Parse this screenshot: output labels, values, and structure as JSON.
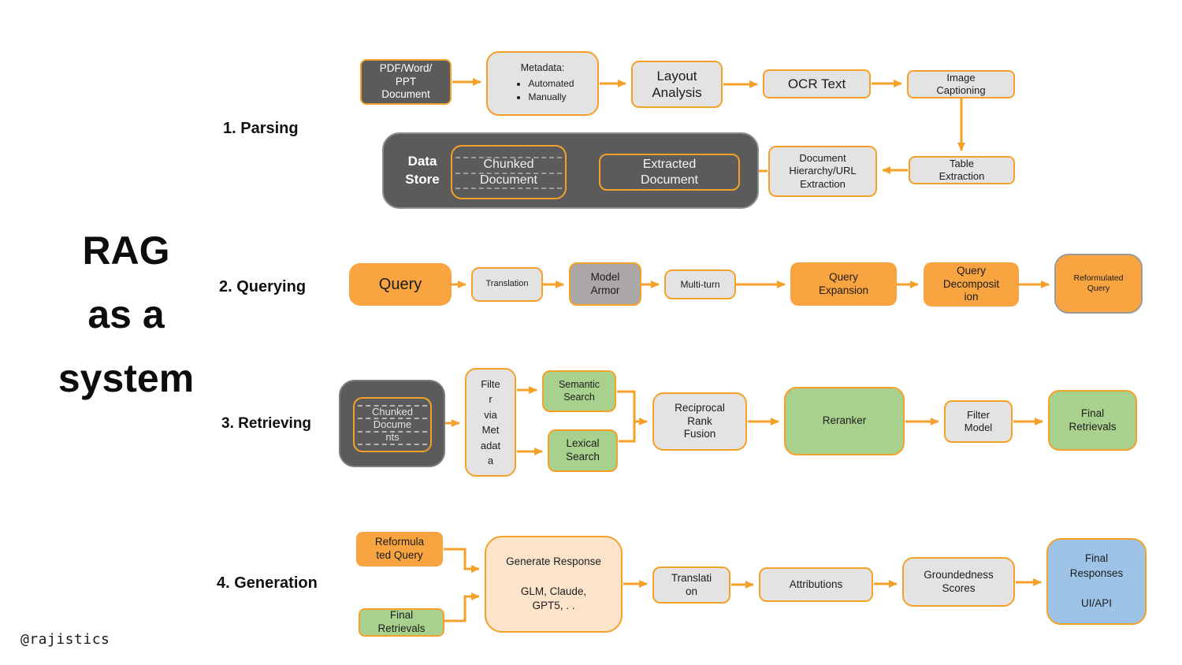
{
  "title": "RAG\nas a\nsystem",
  "watermark": "@rajistics",
  "colors": {
    "orange_fill": "#f8a440",
    "orange_stroke": "#f5a129",
    "light_gray": "#e3e3e3",
    "dark_gray": "#5b5b5b",
    "armor_gray": "#aba7a7",
    "green": "#a9d18e",
    "blue": "#9dc3e6",
    "peach": "#fce4cb"
  },
  "stage_labels": {
    "parsing": "1. Parsing",
    "querying": "2. Querying",
    "retrieving": "3. Retrieving",
    "generation": "4. Generation"
  },
  "parsing": {
    "pdf_document": "PDF/Word/\nPPT\nDocument",
    "metadata": {
      "heading": "Metadata:",
      "items": [
        "Automated",
        "Manually"
      ]
    },
    "layout_analysis": "Layout\nAnalysis",
    "ocr_text": "OCR Text",
    "image_captioning": "Image\nCaptioning",
    "table_extraction": "Table\nExtraction",
    "doc_hierarchy": "Document\nHierarchy/URL\nExtraction",
    "data_store": "Data\nStore",
    "chunked_document": "Chunked\nDocument",
    "extracted_document": "Extracted\nDocument"
  },
  "querying": {
    "query": "Query",
    "translation": "Translation",
    "model_armor": "Model\nArmor",
    "multi_turn": "Multi-turn",
    "query_expansion": "Query\nExpansion",
    "query_decomposition": "Query\nDecomposit\nion",
    "reformulated_query": "Reformulated\nQuery"
  },
  "retrieving": {
    "chunked_documents": "Chunked\nDocume\nnts",
    "filter_via_metadata": "Filte\nr\nvia\nMet\nadat\na",
    "semantic_search": "Semantic\nSearch",
    "lexical_search": "Lexical\nSearch",
    "reciprocal_rank_fusion": "Reciprocal\nRank\nFusion",
    "reranker": "Reranker",
    "filter_model": "Filter\nModel",
    "final_retrievals": "Final\nRetrievals"
  },
  "generation": {
    "reformulated_query": "Reformula\nted Query",
    "final_retrievals": "Final\nRetrievals",
    "generate_response": "Generate Response\n\nGLM, Claude,\nGPT5,  . .",
    "translation": "Translati\non",
    "attributions": "Attributions",
    "groundedness_scores": "Groundedness\nScores",
    "final_responses": "Final\nResponses\n\nUI/API"
  }
}
